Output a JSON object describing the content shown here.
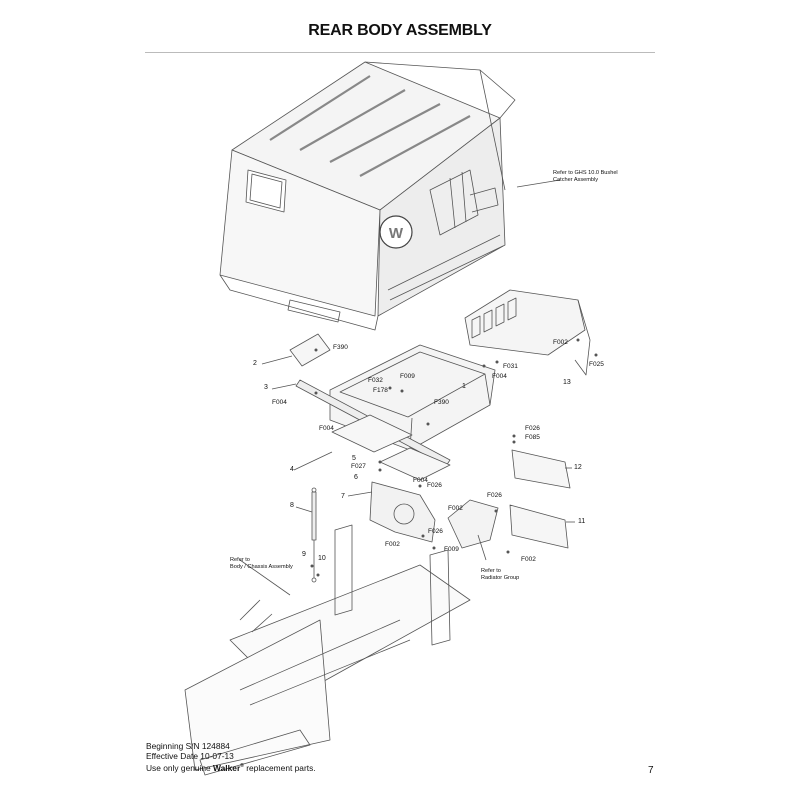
{
  "header": {
    "title": "REAR BODY ASSEMBLY"
  },
  "references": {
    "ghs": {
      "line1": "Refer to GHS 10.0 Bushel",
      "line2": "Catcher Assembly"
    },
    "chassis": {
      "line1": "Refer to",
      "line2": "Body / Chassis Assembly"
    },
    "radiator": {
      "line1": "Refer to",
      "line2": "Radiator Group"
    }
  },
  "logo": {
    "text": "W"
  },
  "callouts": {
    "c1": "1",
    "c2": "2",
    "c3": "3",
    "c4": "4",
    "c5": "5",
    "c6": "6",
    "c7": "7",
    "c8": "8",
    "c9": "9",
    "c10": "10",
    "c11": "11",
    "c12": "12",
    "c13": "13",
    "f390a": "F390",
    "f390b": "F390",
    "f002a": "F002",
    "f002b": "F002",
    "f002c": "F002",
    "f002d": "F002",
    "f025": "F025",
    "f031": "F031",
    "f004a": "F004",
    "f004b": "F004",
    "f004c": "F004",
    "f004d": "F004",
    "f032": "F032",
    "f178": "F178",
    "f009a": "F009",
    "f009b": "F009",
    "f027": "F027",
    "f026a": "F026",
    "f026b": "F026",
    "f026c": "F026",
    "f026d": "F026",
    "f085": "F085"
  },
  "footer": {
    "serial": "Beginning S/N 124884",
    "effective": "Effective Date 10-07-13",
    "notice_pre": "Use only genuine ",
    "brand": "Walker",
    "reg": "®",
    "notice_post": " replacement parts."
  },
  "page": {
    "number": "7"
  },
  "colors": {
    "line": "#555555",
    "fill_light": "#f4f4f4",
    "fill_mid": "#e8e8e8",
    "text": "#111111",
    "rule": "#bbbbbb"
  }
}
